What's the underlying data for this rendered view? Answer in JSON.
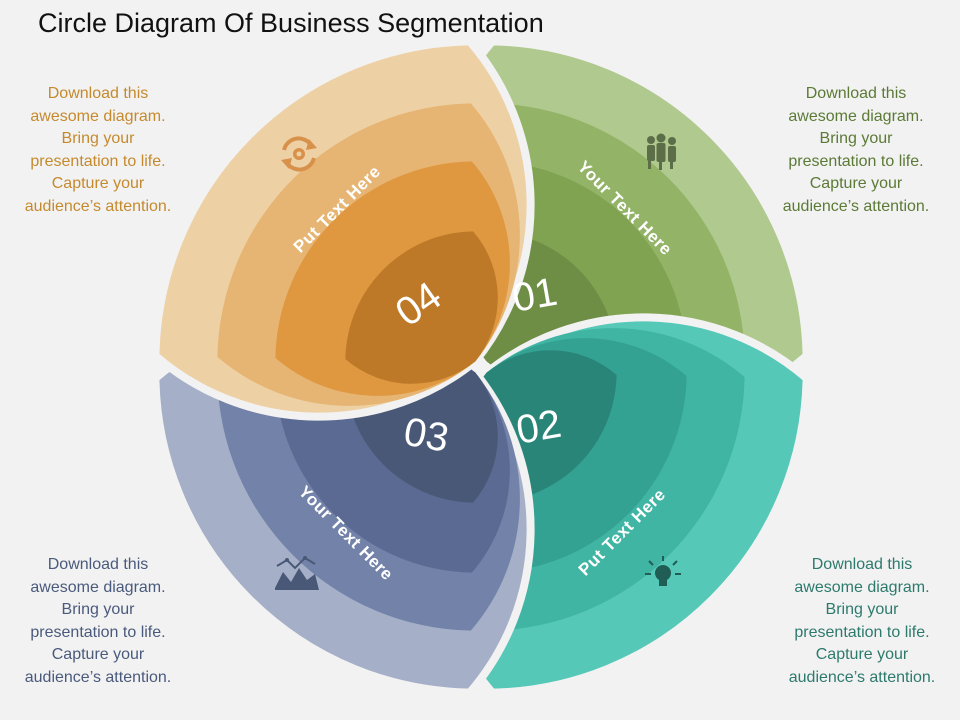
{
  "title": "Circle Diagram Of Business Segmentation",
  "notes": {
    "top_left": {
      "lines": [
        "Download this",
        "awesome diagram.",
        "Bring your",
        "presentation to life.",
        "Capture your",
        "audience’s attention."
      ],
      "color": "#c58a2e"
    },
    "top_right": {
      "lines": [
        "Download this",
        "awesome diagram.",
        "Bring your",
        "presentation to life.",
        "Capture your",
        "audience’s attention."
      ],
      "color": "#5b7a36"
    },
    "bottom_left": {
      "lines": [
        "Download this",
        "awesome diagram.",
        "Bring your",
        "presentation to life.",
        "Capture your",
        "audience’s attention."
      ],
      "color": "#4a5a7c"
    },
    "bottom_right": {
      "lines": [
        "Download this",
        "awesome diagram.",
        "Bring your",
        "presentation to life.",
        "Capture your",
        "audience’s attention."
      ],
      "color": "#2d7a6d"
    }
  },
  "segments": [
    {
      "number": "01",
      "label": "Your Text Here",
      "icon": "team-icon",
      "colors": [
        "#6e8e46",
        "#80a352",
        "#93b366",
        "#b0c98e"
      ]
    },
    {
      "number": "02",
      "label": "Put Text Here",
      "icon": "lightbulb-icon",
      "colors": [
        "#2a8579",
        "#34a293",
        "#40b5a4",
        "#56c8b8"
      ]
    },
    {
      "number": "03",
      "label": "Your Text Here",
      "icon": "chart-icon",
      "colors": [
        "#4a5878",
        "#5a6a92",
        "#7382a8",
        "#a5b0c8"
      ]
    },
    {
      "number": "04",
      "label": "Put Text Here",
      "icon": "gear-cycle-icon",
      "colors": [
        "#bd7928",
        "#df9840",
        "#e7b573",
        "#eed0a5"
      ]
    }
  ],
  "background_rings": [
    "#a8a8a8",
    "#c6c6c6",
    "#b5b5b5",
    "#d3d3d3"
  ]
}
